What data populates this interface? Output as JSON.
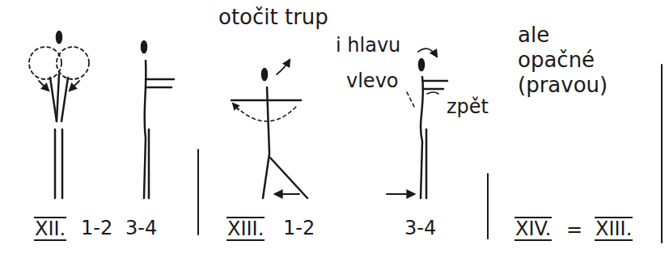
{
  "diagram": {
    "labels": [
      "otočit trup",
      "i hlavu",
      "vlevo",
      "zpět",
      "ale opačné (pravou)",
      "XII.",
      "1-2",
      "3-4",
      "XIII.",
      "1-2",
      "3-4",
      "XIV.",
      "=",
      "XIII."
    ]
  }
}
